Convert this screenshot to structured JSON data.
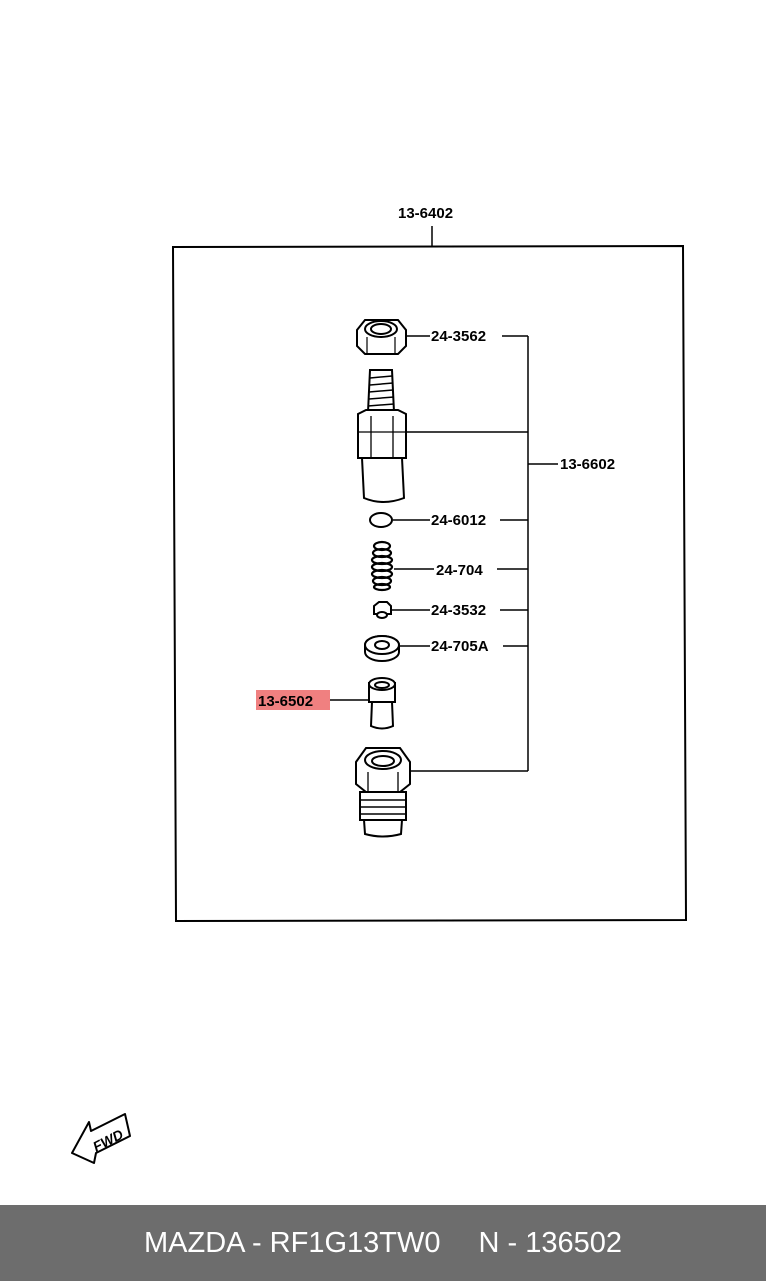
{
  "diagram": {
    "assembly_label": "13-6402",
    "group_label": "13-6602",
    "parts": [
      {
        "label": "24-3562"
      },
      {
        "label": "24-6012"
      },
      {
        "label": "24-704"
      },
      {
        "label": "24-3532"
      },
      {
        "label": "24-705A"
      }
    ],
    "highlighted_part": {
      "label": "13-6502",
      "highlight_color": "#f08080"
    },
    "direction_icon": "fwd-arrow-icon",
    "direction_text": "FWD"
  },
  "footer": {
    "brand_and_code": "MAZDA - RF1G13TW0",
    "part_number": "N - 136502"
  }
}
